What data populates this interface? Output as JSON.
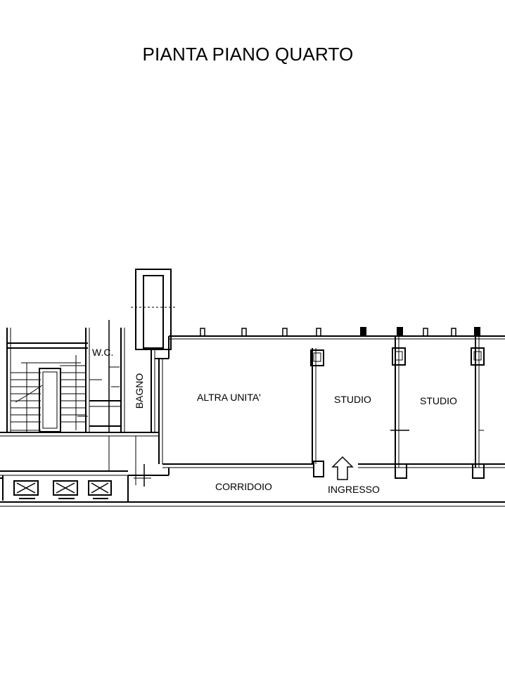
{
  "title": "PIANTA PIANO QUARTO",
  "rooms": {
    "wc": "W.C.",
    "bagno": "BAGNO",
    "altra_unita": "ALTRA UNITA'",
    "studio_1": "STUDIO",
    "studio_2": "STUDIO",
    "corridoio": "CORRIDOIO",
    "ingresso": "INGRESSO"
  },
  "colors": {
    "ink": "#000000",
    "paper": "#ffffff"
  }
}
